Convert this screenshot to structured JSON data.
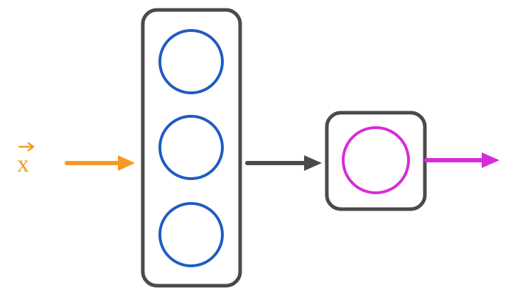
{
  "input": {
    "label": "x",
    "vector_arrow": "vector-arrow-icon",
    "color": "#f29a21"
  },
  "hidden_layer": {
    "neuron_count": 3,
    "neuron_color": "#1f5bc4",
    "box_color": "#4a4a4a"
  },
  "output_layer": {
    "neuron_count": 1,
    "neuron_color": "#d72bd9",
    "box_color": "#4a4a4a"
  },
  "connections": {
    "input_arrow_color": "#f29a21",
    "hidden_to_output_color": "#4a4a4a",
    "output_arrow_color": "#d72bd9"
  }
}
